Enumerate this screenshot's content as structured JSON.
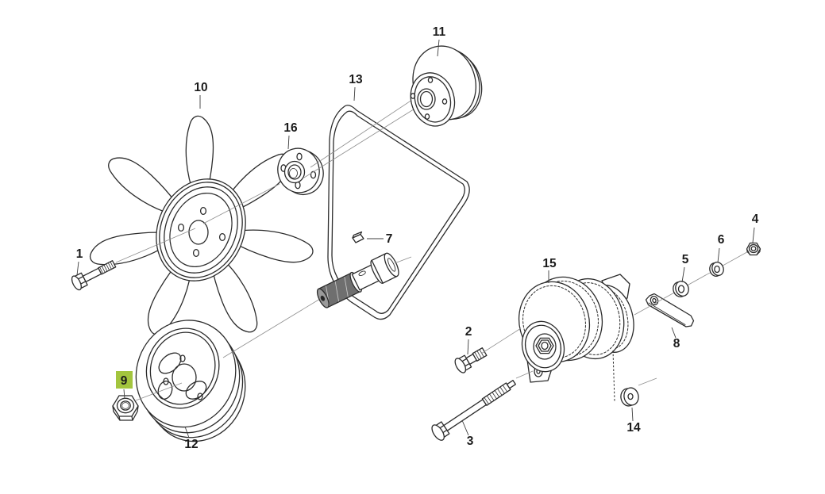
{
  "figure": {
    "background_color": "#ffffff",
    "line_color": "#2b2b2b",
    "highlight_color": "#a3c53e",
    "selected_callout": "9",
    "callouts": {
      "c1": "1",
      "c2": "2",
      "c3": "3",
      "c4": "4",
      "c5": "5",
      "c6": "6",
      "c7": "7",
      "c8": "8",
      "c9": "9",
      "c10": "10",
      "c11": "11",
      "c12": "12",
      "c13": "13",
      "c14": "14",
      "c15": "15",
      "c16": "16"
    }
  }
}
